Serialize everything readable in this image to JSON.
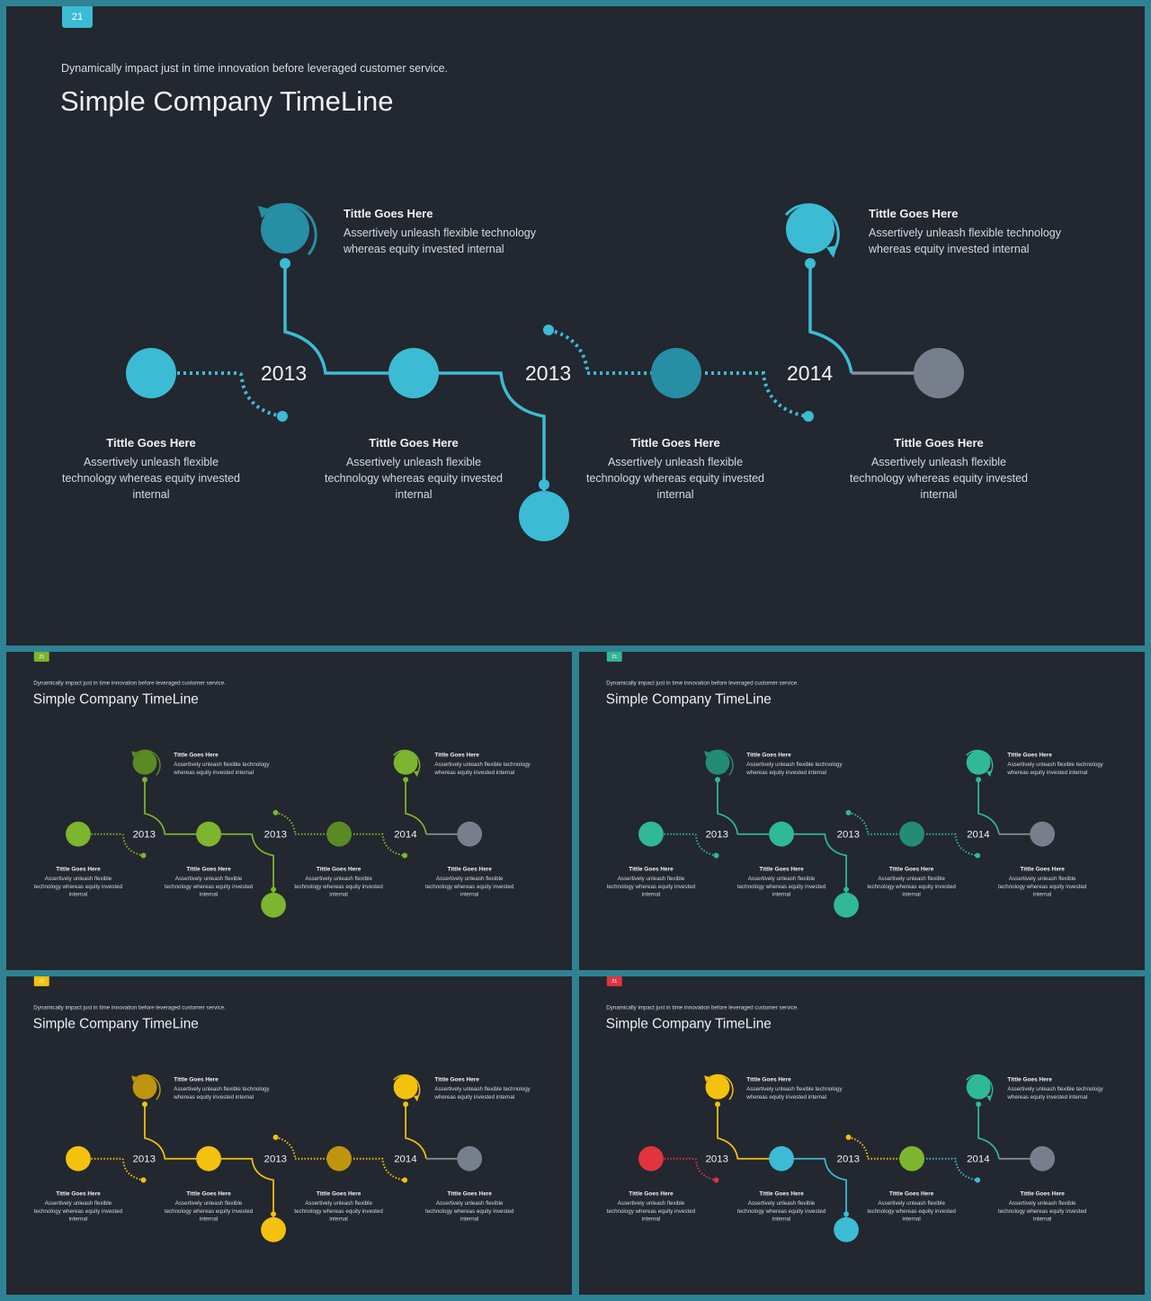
{
  "page_number": "21",
  "subtitle": "Dynamically impact just in time innovation  before leveraged customer service.",
  "title": "Simple Company TimeLine",
  "years": [
    "2013",
    "2013",
    "2014"
  ],
  "top_items": [
    {
      "title": "Tittle Goes Here",
      "text": "Assertively unleash flexible technology whereas equity invested internal"
    },
    {
      "title": "Tittle Goes Here",
      "text": "Assertively unleash flexible technology whereas equity invested internal"
    }
  ],
  "bottom_items": [
    {
      "title": "Tittle Goes Here",
      "text": "Assertively unleash flexible technology whereas equity invested internal"
    },
    {
      "title": "Tittle Goes Here",
      "text": "Assertively unleash flexible technology whereas equity invested internal"
    },
    {
      "title": "Tittle Goes Here",
      "text": "Assertively unleash flexible technology whereas equity invested internal"
    },
    {
      "title": "Tittle Goes Here",
      "text": "Assertively unleash flexible technology whereas equity invested internal"
    }
  ],
  "themes": {
    "main": {
      "badge": "#3bbcd4",
      "c1": "#3bbcd4",
      "c2": "#3bbcd4",
      "c3": "#268ea5",
      "top1": "#268ea5",
      "top2": "#3bbcd4",
      "bottom": "#3bbcd4",
      "l1": "#3bbcd4",
      "l2": "#3bbcd4",
      "l3": "#3bbcd4",
      "l4": "#3bbcd4",
      "l5": "#3bbcd4",
      "gray": "#787f8c",
      "grayline": "#8a8f98"
    },
    "green": {
      "badge": "#7db52e",
      "c1": "#7db52e",
      "c2": "#7db52e",
      "c3": "#5a8a24",
      "top1": "#5a8a24",
      "top2": "#7db52e",
      "bottom": "#7db52e",
      "l1": "#7db52e",
      "l2": "#7db52e",
      "l3": "#7db52e",
      "l4": "#7db52e",
      "l5": "#7db52e",
      "gray": "#787f8c",
      "grayline": "#8a8f98"
    },
    "teal": {
      "badge": "#2fb996",
      "c1": "#2fb996",
      "c2": "#2fb996",
      "c3": "#238c73",
      "top1": "#238c73",
      "top2": "#2fb996",
      "bottom": "#2fb996",
      "l1": "#2fb996",
      "l2": "#2fb996",
      "l3": "#2fb996",
      "l4": "#2fb996",
      "l5": "#2fb996",
      "gray": "#787f8c",
      "grayline": "#8a8f98"
    },
    "yellow": {
      "badge": "#f4c20d",
      "c1": "#f4c20d",
      "c2": "#f4c20d",
      "c3": "#bf9510",
      "top1": "#bf9510",
      "top2": "#f4c20d",
      "bottom": "#f4c20d",
      "l1": "#f4c20d",
      "l2": "#f4c20d",
      "l3": "#f4c20d",
      "l4": "#f4c20d",
      "l5": "#f4c20d",
      "gray": "#787f8c",
      "grayline": "#8a8f98"
    },
    "multi": {
      "badge": "#e0353e",
      "c1": "#e0353e",
      "c2": "#3bbcd4",
      "c3": "#7db52e",
      "top1": "#f4c20d",
      "top2": "#2fb996",
      "bottom": "#3bbcd4",
      "l1": "#e0353e",
      "l2": "#f4c20d",
      "l3": "#3bbcd4",
      "l4": "#f4c20d",
      "l5": "#3bbcd4",
      "l6": "#2fb996",
      "gray": "#787f8c",
      "grayline": "#8a8f98"
    }
  }
}
